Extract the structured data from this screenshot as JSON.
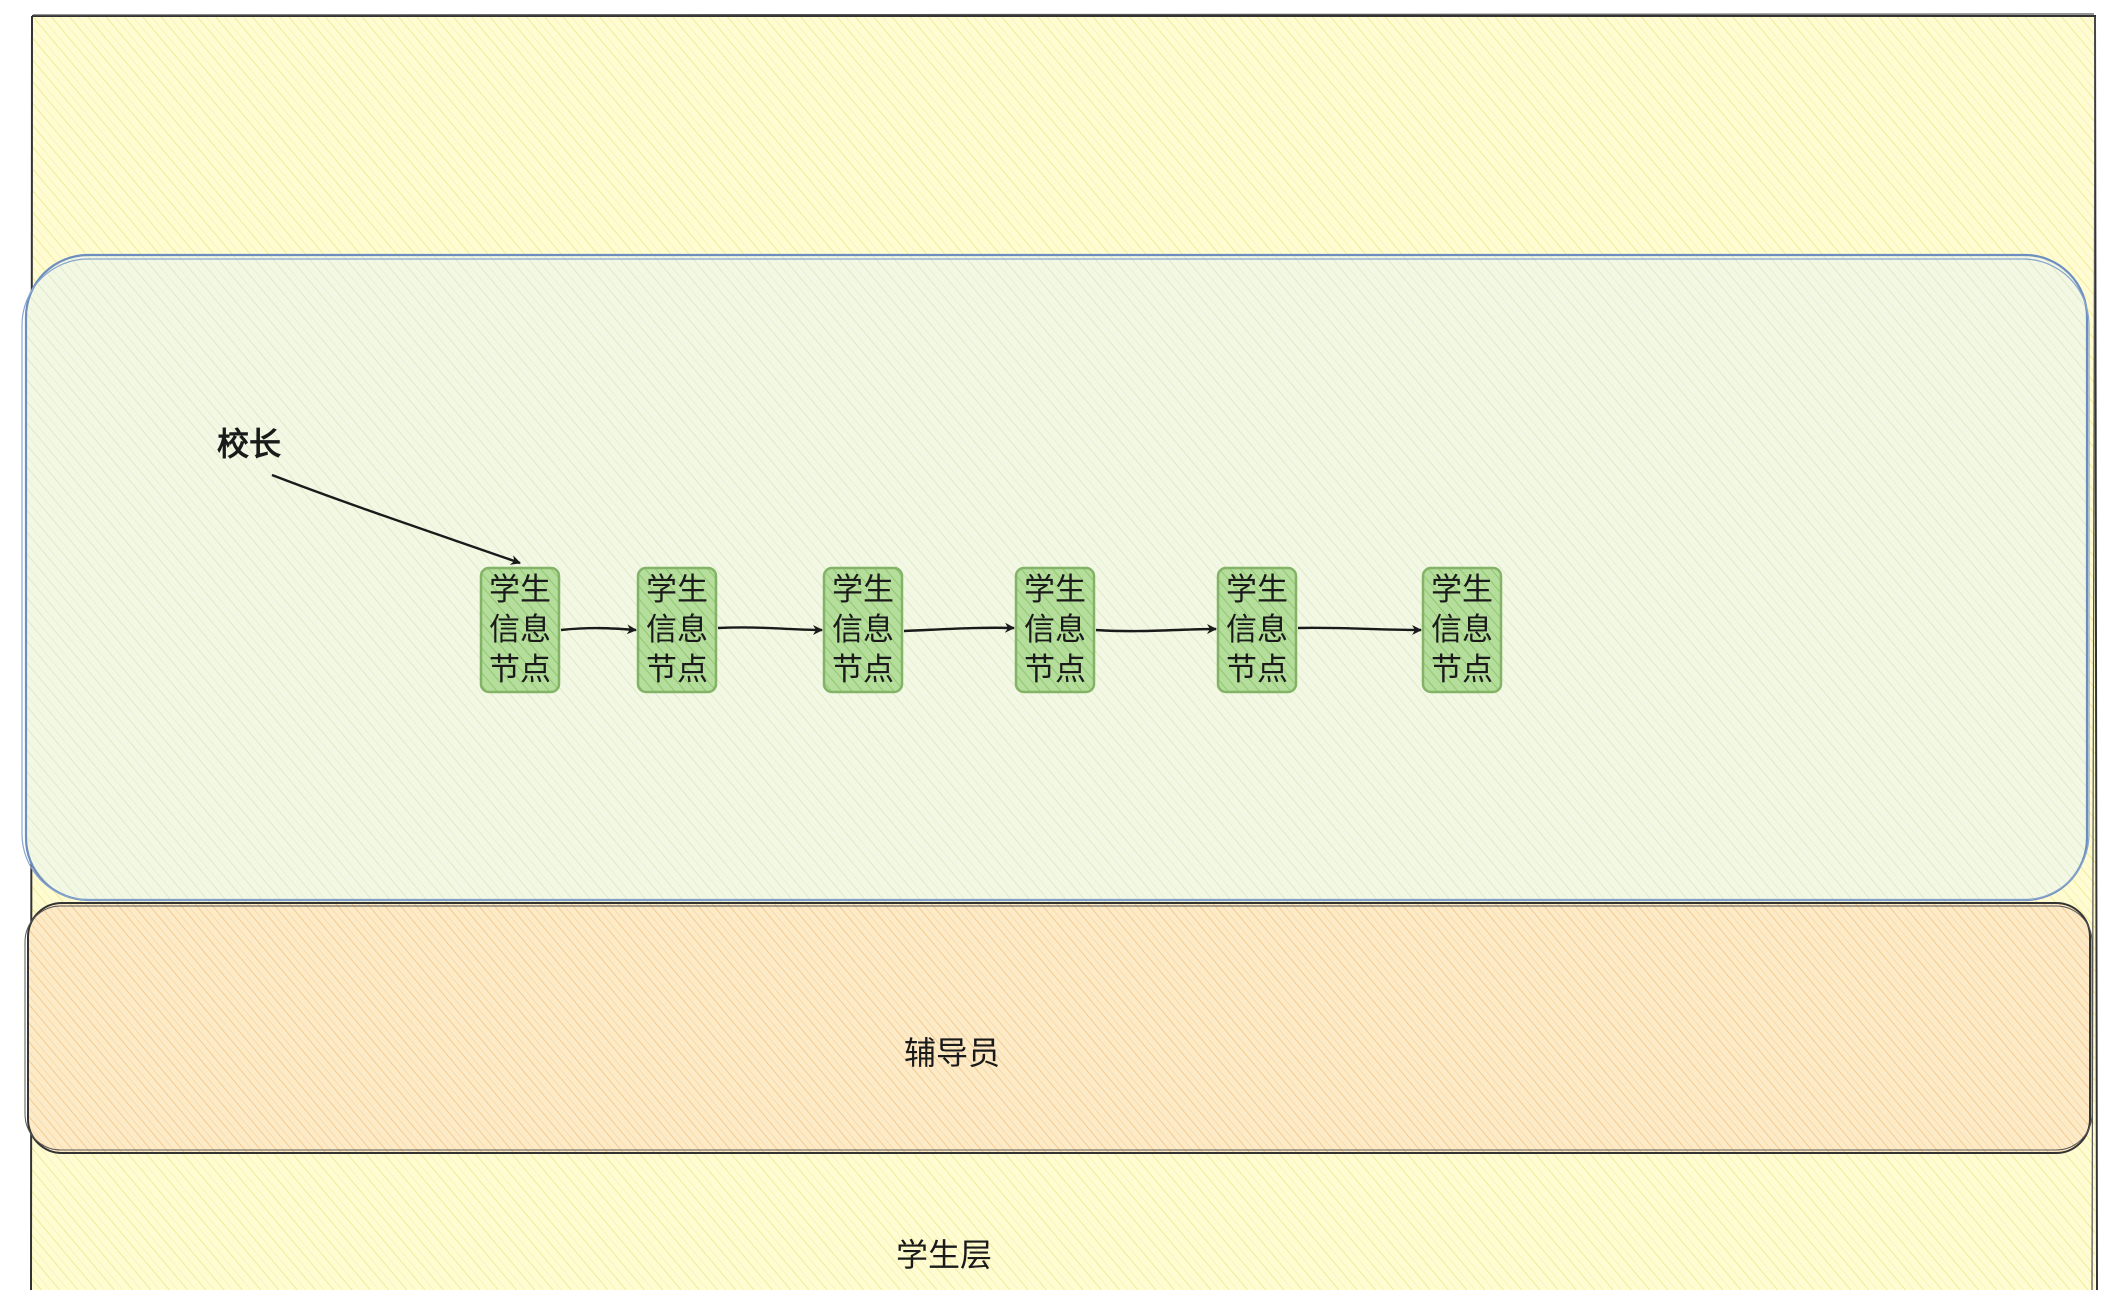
{
  "diagram": {
    "outer_layer_label": "学生层",
    "middle_layer_label": "辅导员",
    "principal_label": "校长",
    "nodes": [
      {
        "line1": "学生",
        "line2": "信息",
        "line3": "节点"
      },
      {
        "line1": "学生",
        "line2": "信息",
        "line3": "节点"
      },
      {
        "line1": "学生",
        "line2": "信息",
        "line3": "节点"
      },
      {
        "line1": "学生",
        "line2": "信息",
        "line3": "节点"
      },
      {
        "line1": "学生",
        "line2": "信息",
        "line3": "节点"
      },
      {
        "line1": "学生",
        "line2": "信息",
        "line3": "节点"
      }
    ],
    "colors": {
      "outer_fill": "#fffbc9",
      "outer_hatch": "#f4ee9c",
      "inner_fill": "#f2f9e6",
      "inner_hatch": "#dcecd0",
      "inner_border": "#6c8ebf",
      "middle_fill": "#fde6c0",
      "middle_hatch": "#f6c794",
      "node_fill": "#a8d891",
      "node_border": "#82b366",
      "edge": "#1a1a1a"
    }
  }
}
